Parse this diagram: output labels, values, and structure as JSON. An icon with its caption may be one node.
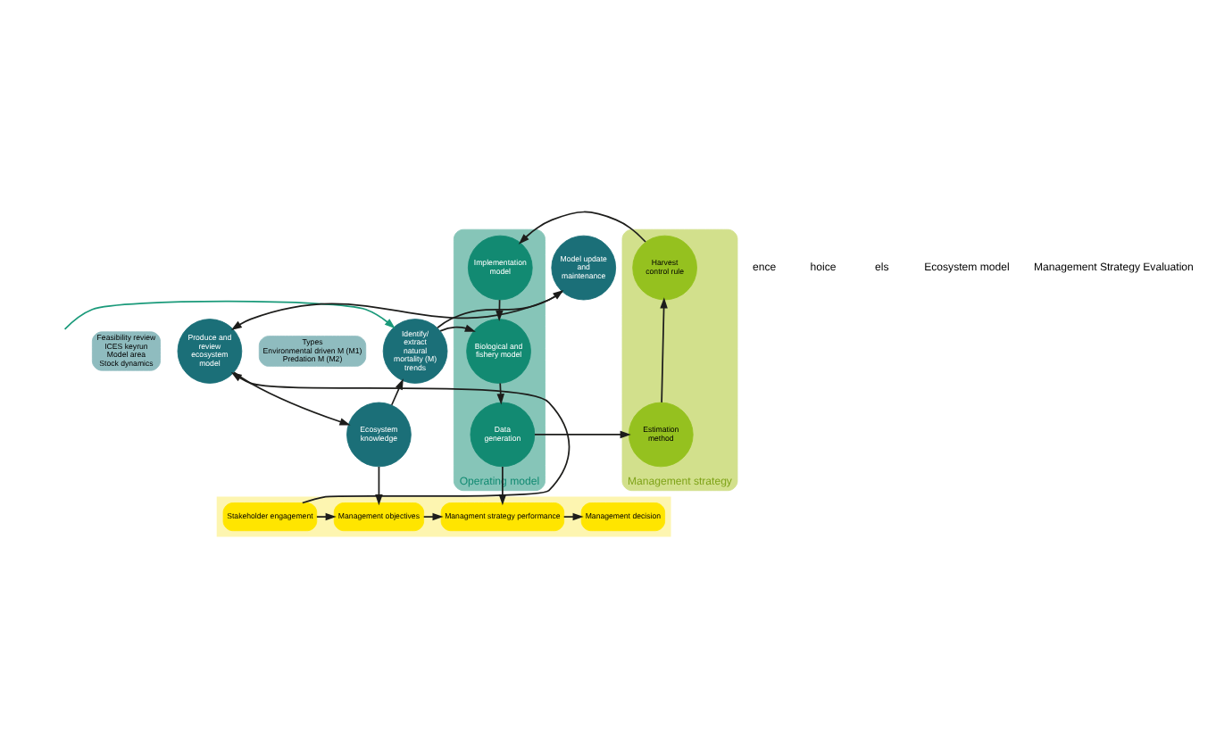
{
  "diagram": {
    "nodes": [
      {
        "text": [
          "Feasibility review",
          "ICES keyrun",
          "Model area",
          "Stock dynamics"
        ]
      },
      {
        "text": [
          "Produce and review ecosystem model"
        ]
      },
      {
        "text": [
          "Model update and maintenance"
        ]
      },
      {
        "text": [
          "Identify/ extract natural mortality (M) trends"
        ]
      },
      {
        "text": [
          "Ecosystem knowledge"
        ]
      },
      {
        "text": [
          "Types",
          "Environmental driven M (M1)",
          "Predation M (M2)"
        ]
      },
      {
        "text": [
          "Operating model"
        ]
      },
      {
        "text": [
          "Implementation model"
        ],
        "in": 6
      },
      {
        "text": [
          "Biological and fishery model"
        ],
        "in": 6
      },
      {
        "text": [
          "Data generation"
        ],
        "in": 6
      },
      {
        "text": [
          "Management strategy"
        ]
      },
      {
        "text": [
          "Harvest control rule"
        ],
        "in": 10
      },
      {
        "text": [
          "Estimation method"
        ],
        "in": 10
      },
      {
        "text": [],
        "shape": "bar"
      },
      {
        "text": [
          "Stakeholder engagement"
        ],
        "in": 13
      },
      {
        "text": [
          "Management objectives"
        ],
        "in": 13
      },
      {
        "text": [
          "Managment strategy performance"
        ],
        "in": 13
      },
      {
        "text": [
          "Management decision"
        ],
        "in": 13
      }
    ],
    "edges": [
      {
        "from": 1,
        "to": 4,
        "arrow": "to"
      },
      {
        "from": 4,
        "to": 3,
        "arrow": "to"
      },
      {
        "from": 3,
        "to": 2,
        "arrow": "to"
      },
      {
        "from": 2,
        "to": 1,
        "arrow": "to"
      },
      {
        "from": null,
        "to": 3,
        "arrow": "to",
        "color": "#1a9a7a"
      },
      {
        "from": 3,
        "to": 8,
        "arrow": "to"
      },
      {
        "from": 7,
        "to": 8,
        "arrow": "to"
      },
      {
        "from": 8,
        "to": 9,
        "arrow": "to"
      },
      {
        "from": 9,
        "to": 12,
        "arrow": "to"
      },
      {
        "from": 12,
        "to": 11,
        "arrow": "to"
      },
      {
        "from": 11,
        "to": 7,
        "arrow": "to"
      },
      {
        "from": 14,
        "to": 1,
        "arrow": "to"
      },
      {
        "from": 4,
        "to": 15,
        "arrow": "to"
      },
      {
        "from": 9,
        "to": 16,
        "arrow": "to"
      },
      {
        "from": 14,
        "to": 15,
        "arrow": "to"
      },
      {
        "from": 15,
        "to": 16,
        "arrow": "to"
      },
      {
        "from": 16,
        "to": 17,
        "arrow": "to"
      }
    ],
    "labels": [
      "ence",
      "hoice",
      "els",
      "Ecosystem model",
      "Management Strategy Evaluation"
    ]
  }
}
